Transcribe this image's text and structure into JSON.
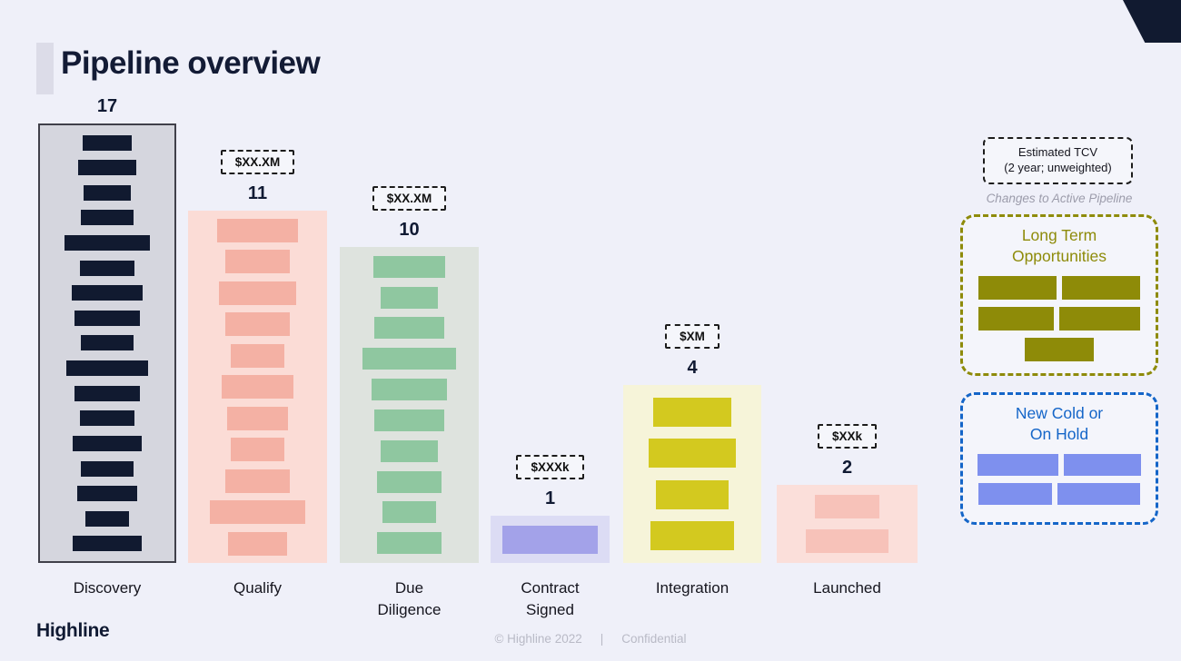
{
  "page": {
    "title": "Pipeline overview",
    "logo_text": "Highline",
    "footer": {
      "copyright": "© Highline 2022",
      "divider": "|",
      "confidential": "Confidential"
    }
  },
  "chart_data": {
    "type": "bar",
    "title": "Pipeline overview",
    "categories": [
      "Discovery",
      "Qualify",
      "Due Diligence",
      "Contract Signed",
      "Integration",
      "Launched"
    ],
    "values": [
      17,
      11,
      10,
      1,
      4,
      2
    ],
    "tcv_labels": [
      "",
      "$XX.XM",
      "$XX.XM",
      "$XXXk",
      "$XM",
      "$XXk"
    ],
    "stages": [
      {
        "label": "Discovery",
        "label_display": "Discovery",
        "count": "17",
        "tcv": "",
        "bg_color": "#d5d6de",
        "bar_color": "#111a30",
        "bar_widths_pct": [
          37,
          43,
          35,
          39,
          64,
          41,
          53,
          48,
          39,
          61,
          48,
          41,
          51,
          39,
          45,
          33,
          51
        ]
      },
      {
        "label": "Qualify",
        "label_display": "Qualify",
        "count": "11",
        "tcv": "$XX.XM",
        "bg_color": "#fbdcd6",
        "bar_color": "#f4b1a4",
        "bar_widths_pct": [
          58,
          46,
          56,
          46,
          38,
          52,
          44,
          38,
          46,
          68,
          42
        ]
      },
      {
        "label": "Due Diligence",
        "label_display": "Due\nDiligence",
        "count": "10",
        "tcv": "$XX.XM",
        "bg_color": "#dee3de",
        "bar_color": "#8fc7a0",
        "bar_widths_pct": [
          52,
          41,
          50,
          67,
          54,
          50,
          41,
          47,
          39,
          46
        ]
      },
      {
        "label": "Contract Signed",
        "label_display": "Contract\nSigned",
        "count": "1",
        "tcv": "$XXXk",
        "bg_color": "#dcdcf4",
        "bar_color": "#a3a2e9",
        "bar_widths_pct": [
          80
        ]
      },
      {
        "label": "Integration",
        "label_display": "Integration",
        "count": "4",
        "tcv": "$XM",
        "bg_color": "#f6f4d9",
        "bar_color": "#d3c91f",
        "bar_widths_pct": [
          57,
          63,
          53,
          60
        ]
      },
      {
        "label": "Launched",
        "label_display": "Launched",
        "count": "2",
        "tcv": "$XXk",
        "bg_color": "#fbdfda",
        "bar_color": "#f7c2b9",
        "bar_widths_pct": [
          46,
          59
        ]
      }
    ]
  },
  "legend": {
    "tcv_box": "Estimated TCV\n(2 year; unweighted)",
    "changes_note": "Changes to Active Pipeline",
    "groups": [
      {
        "title": "Long Term\nOpportunities",
        "title_text": "Long Term Opportunities",
        "accent_color": "#8e8b0a",
        "bar_color": "#8e8b08",
        "rows": [
          [
            46,
            46
          ],
          [
            45,
            48
          ],
          [
            41
          ]
        ]
      },
      {
        "title": "New Cold or\nOn Hold",
        "title_text": "New Cold or On Hold",
        "accent_color": "#1465c8",
        "bar_color": "#7e90ee",
        "rows": [
          [
            48,
            46
          ],
          [
            44,
            49
          ]
        ]
      }
    ]
  }
}
